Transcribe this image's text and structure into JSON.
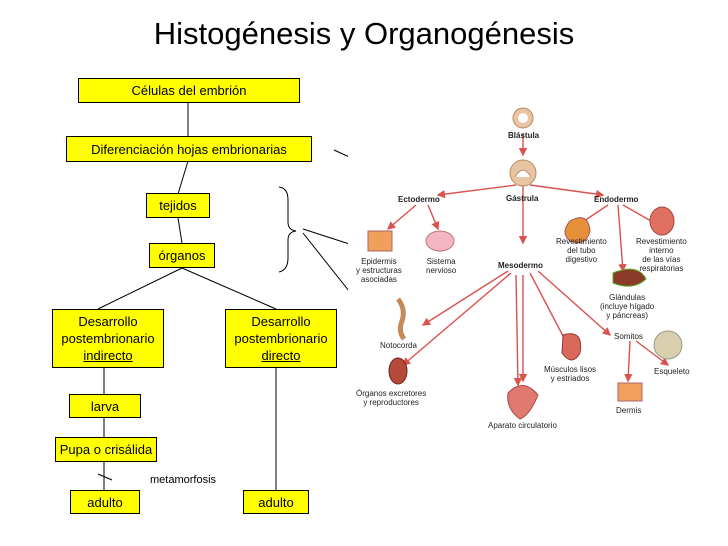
{
  "title": "Histogénesis y Organogénesis",
  "flow": {
    "cells": "Células del embrión",
    "differentiation": "Diferenciación hojas embrionarias",
    "tissues": "tejidos",
    "organs": "órganos",
    "indirect": {
      "line1": "Desarrollo",
      "line2": "postembrionario",
      "line3": "indirecto"
    },
    "direct": {
      "line1": "Desarrollo",
      "line2": "postembrionario",
      "line3": "directo"
    },
    "larva": "larva",
    "pupa": "Pupa o crisálida",
    "metamorphosis": "metamorfosis",
    "adult_left": "adulto",
    "adult_right": "adulto"
  },
  "figure": {
    "blastula": "Blástula",
    "gastrula": "Gástrula",
    "ectodermo": "Ectodermo",
    "endodermo": "Endodermo",
    "mesodermo": "Mesodermo",
    "epidermis": [
      "Epidermis",
      "y estructuras",
      "asociadas"
    ],
    "sistema_nervioso": [
      "Sistema",
      "nervioso"
    ],
    "tubo_digestivo": [
      "Revestimiento",
      "del tubo",
      "digestivo"
    ],
    "vias_respiratorias": [
      "Revestimiento",
      "interno",
      "de las vías",
      "respiratorias"
    ],
    "glandulas": [
      "Glándulas",
      "(incluye hígado",
      "y páncreas)"
    ],
    "notocorda": "Notocorda",
    "somitos": "Somitos",
    "organos_excretores": [
      "Órganos excretores",
      "y reproductores"
    ],
    "musculos": [
      "Músculos lisos",
      "y estriados"
    ],
    "esqueleto": "Esqueleto",
    "dermis": "Dermis",
    "aparato_circulatorio": "Aparato circulatorio"
  }
}
